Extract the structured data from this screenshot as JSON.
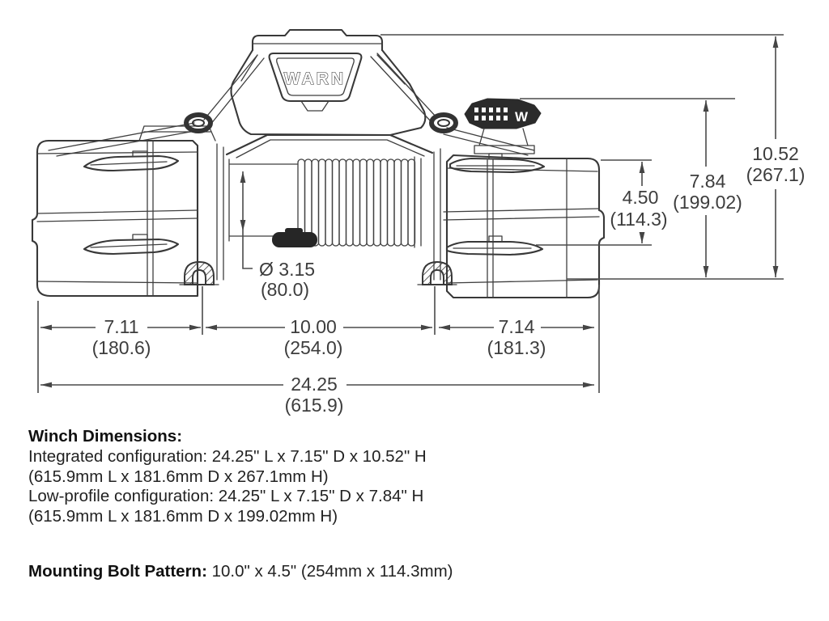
{
  "drawing": {
    "logo": "WARN",
    "clutch": "W"
  },
  "dims": {
    "d1052_in": "10.52",
    "d1052_mm": "(267.1)",
    "d784_in": "7.84",
    "d784_mm": "(199.02)",
    "d450_in": "4.50",
    "d450_mm": "(114.3)",
    "d315_in": "Ø 3.15",
    "d315_mm": "(80.0)",
    "d711_in": "7.11",
    "d711_mm": "(180.6)",
    "d1000_in": "10.00",
    "d1000_mm": "(254.0)",
    "d714_in": "7.14",
    "d714_mm": "(181.3)",
    "d2425_in": "24.25",
    "d2425_mm": "(615.9)"
  },
  "notes": {
    "heading": "Winch Dimensions:",
    "line1": "Integrated configuration: 24.25\" L x 7.15\" D x 10.52\" H",
    "line2": "(615.9mm L x 181.6mm D x 267.1mm H)",
    "line3": "Low-profile configuration: 24.25\" L x 7.15\" D x 7.84\" H",
    "line4": "(615.9mm L x 181.6mm D x 199.02mm H)",
    "mount_label": "Mounting Bolt Pattern:",
    "mount_value": " 10.0\" x 4.5\" (254mm x 114.3mm)"
  }
}
